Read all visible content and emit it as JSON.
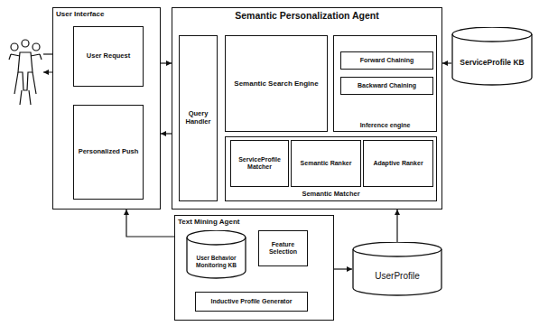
{
  "diagram": {
    "nodes": [
      {
        "text": [
          "User Interface"
        ]
      },
      {
        "text": [
          "User Request"
        ],
        "in": 0
      },
      {
        "text": [
          "Personalized Push"
        ],
        "in": 0
      },
      {
        "text": [
          "Semantic Personalization Agent"
        ]
      },
      {
        "text": [
          "Query Handler"
        ],
        "in": 3
      },
      {
        "text": [
          "Semantic Search Engine"
        ],
        "in": 3
      },
      {
        "text": [
          "Inference engine"
        ],
        "in": 3
      },
      {
        "text": [
          "Forward Chaining"
        ],
        "in": 6
      },
      {
        "text": [
          "Backward Chaining"
        ],
        "in": 6
      },
      {
        "text": [
          "Semantic Matcher"
        ],
        "in": 3
      },
      {
        "text": [
          "ServiceProfile Matcher"
        ],
        "in": 9
      },
      {
        "text": [
          "Semantic Ranker"
        ],
        "in": 9
      },
      {
        "text": [
          "Adaptive Ranker"
        ],
        "in": 9
      },
      {
        "text": [
          "ServiceProfile KB"
        ]
      },
      {
        "text": [
          "Text Mining Agent"
        ]
      },
      {
        "text": [
          "User Behavior Monitoring KB"
        ],
        "in": 14
      },
      {
        "text": [
          "Feature Selection"
        ],
        "in": 14
      },
      {
        "text": [
          "Inductive Profile Generator"
        ],
        "in": 14
      },
      {
        "text": [
          "UserProfile"
        ]
      }
    ],
    "edges": [
      {
        "from": 0,
        "to": 3,
        "arrow": "to"
      },
      {
        "from": 3,
        "to": 0,
        "arrow": "to"
      },
      {
        "from": 13,
        "to": 3,
        "arrow": "to"
      },
      {
        "from": 14,
        "to": 0,
        "arrow": "to"
      },
      {
        "from": 14,
        "to": 18,
        "arrow": "to"
      },
      {
        "from": 18,
        "to": 3,
        "arrow": "to"
      },
      {
        "from": 15,
        "to": 17,
        "arrow": "to"
      },
      {
        "from": 16,
        "to": 17,
        "arrow": "to"
      }
    ]
  }
}
